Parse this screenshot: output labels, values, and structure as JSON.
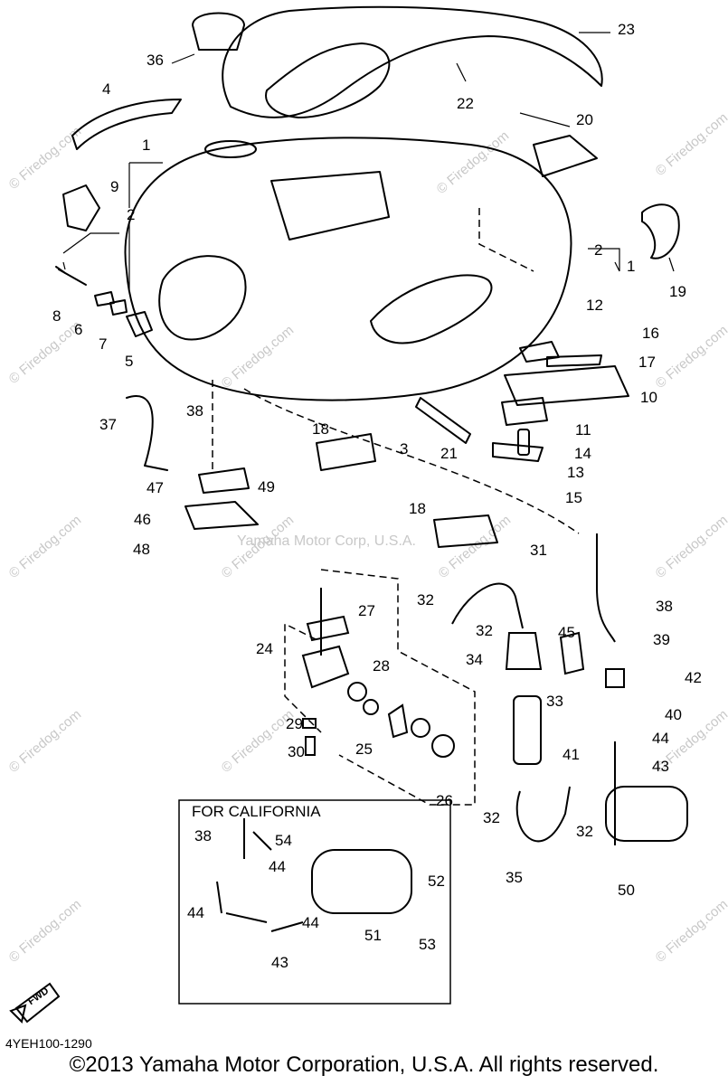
{
  "labels": [
    "1",
    "2",
    "3",
    "4",
    "5",
    "6",
    "7",
    "8",
    "9",
    "10",
    "11",
    "12",
    "13",
    "14",
    "15",
    "16",
    "17",
    "18",
    "19",
    "20",
    "21",
    "22",
    "23",
    "24",
    "25",
    "26",
    "27",
    "28",
    "29",
    "30",
    "31",
    "32",
    "33",
    "34",
    "35",
    "36",
    "37",
    "38",
    "39",
    "40",
    "41",
    "42",
    "43",
    "44",
    "45",
    "46",
    "47",
    "48",
    "49",
    "50",
    "51",
    "52",
    "53",
    "54"
  ],
  "california_box_title": "FOR CALIFORNIA",
  "fwd_label": "FWD",
  "diagram_code": "4YEH100-1290",
  "watermark_site": "© Firedog.com",
  "watermark_corp": "Yamaha Motor Corp, U.S.A.",
  "copyright": "©2013 Yamaha Motor Corporation, U.S.A. All rights reserved."
}
